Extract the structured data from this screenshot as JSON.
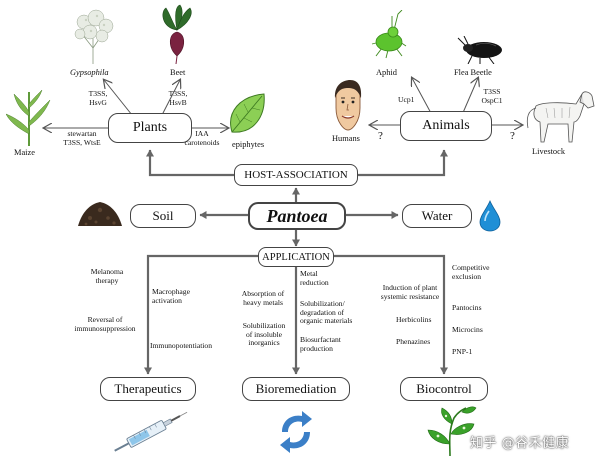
{
  "center": "Pantoea",
  "hubs": {
    "host_association": "HOST-ASSOCIATION",
    "application": "APPLICATION"
  },
  "boxes": {
    "plants": "Plants",
    "animals": "Animals",
    "soil": "Soil",
    "water": "Water",
    "therapeutics": "Therapeutics",
    "bioremediation": "Bioremediation",
    "biocontrol": "Biocontrol"
  },
  "plant_hosts": {
    "gypsophila": "Gypsophila",
    "beet": "Beet",
    "maize": "Maize",
    "epiphytes": "epiphytes"
  },
  "plant_factors": {
    "gypsophila": [
      "T3SS,",
      "HsvG"
    ],
    "beet": [
      "T3SS,",
      "HsvB"
    ],
    "maize": [
      "stewartan",
      "T3SS, WtsE"
    ],
    "epiphytes": [
      "IAA",
      "carotenoids"
    ]
  },
  "animal_hosts": {
    "aphid": "Aphid",
    "flea_beetle": "Flea Beetle",
    "humans": "Humans",
    "livestock": "Livestock"
  },
  "animal_factors": {
    "aphid": "Ucp1",
    "flea_beetle": [
      "T3SS",
      "OspC1"
    ],
    "unknown": "?"
  },
  "therapeutics_items": {
    "melanoma": [
      "Melanoma",
      "therapy"
    ],
    "macrophage": [
      "Macrophage",
      "activation"
    ],
    "reversal": [
      "Reversal of",
      "immunosuppression"
    ],
    "immunopotentiation": "Immunopotentiation"
  },
  "bioremediation_items": {
    "absorption": [
      "Absorption of",
      "heavy metals"
    ],
    "solubilization_insoluble": [
      "Solubilization",
      "of insoluble",
      "inorganics"
    ],
    "metal": [
      "Metal",
      "reduction"
    ],
    "solubilization_organic": [
      "Solubilization/",
      "degradation of",
      "organic materials"
    ],
    "biosurfactant": [
      "Biosurfactant",
      "production"
    ]
  },
  "biocontrol_items": {
    "induction": [
      "Induction of plant",
      "systemic resistance"
    ],
    "herbicolins": "Herbicolins",
    "phenazines": "Phenazines",
    "competitive": [
      "Competitive",
      "exclusion"
    ],
    "pantocins": "Pantocins",
    "microcins": "Microcins",
    "pnp": "PNP-1"
  },
  "watermark": "知乎 @谷禾健康",
  "colors": {
    "arrow": "#666666",
    "box_border": "#444444",
    "plant_green": "#3f8f2a",
    "leaf_green": "#7cc04a",
    "soil_brown": "#3a2a1e",
    "water_blue": "#1f8fd6",
    "cycle_blue": "#3b7fc7"
  }
}
